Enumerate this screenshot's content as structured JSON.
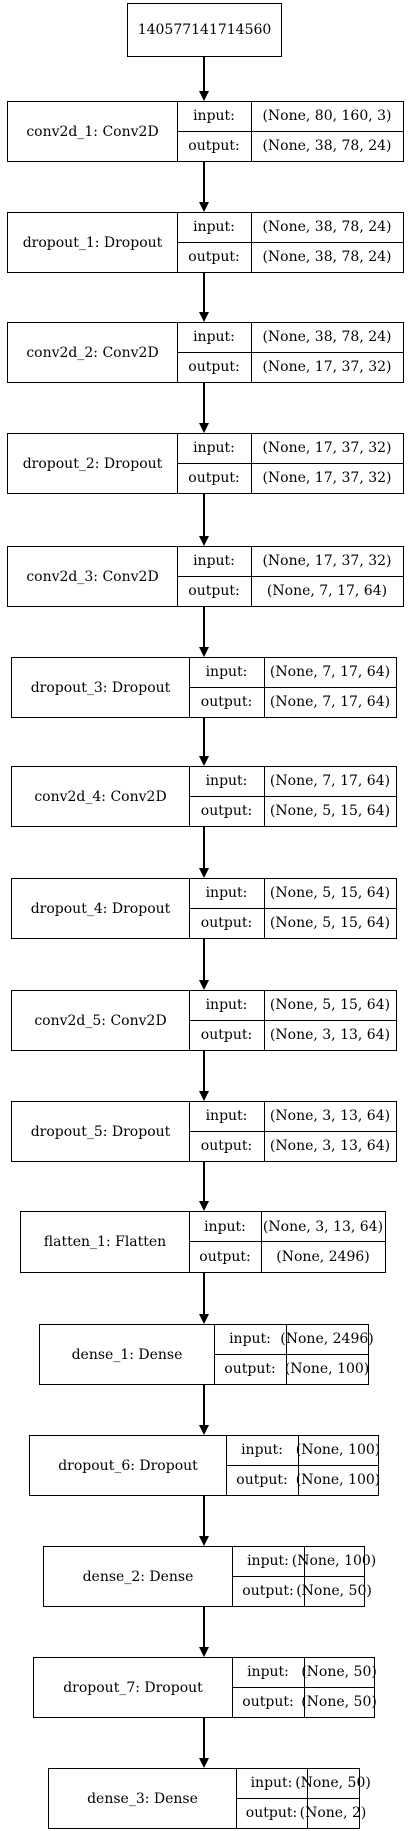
{
  "input_node": {
    "label": "140577141714560"
  },
  "layers": [
    {
      "name": "conv2d_1: Conv2D",
      "input_label": "input:",
      "output_label": "output:",
      "input_shape": "(None, 80, 160, 3)",
      "output_shape": "(None, 38, 78, 24)"
    },
    {
      "name": "dropout_1: Dropout",
      "input_label": "input:",
      "output_label": "output:",
      "input_shape": "(None, 38, 78, 24)",
      "output_shape": "(None, 38, 78, 24)"
    },
    {
      "name": "conv2d_2: Conv2D",
      "input_label": "input:",
      "output_label": "output:",
      "input_shape": "(None, 38, 78, 24)",
      "output_shape": "(None, 17, 37, 32)"
    },
    {
      "name": "dropout_2: Dropout",
      "input_label": "input:",
      "output_label": "output:",
      "input_shape": "(None, 17, 37, 32)",
      "output_shape": "(None, 17, 37, 32)"
    },
    {
      "name": "conv2d_3: Conv2D",
      "input_label": "input:",
      "output_label": "output:",
      "input_shape": "(None, 17, 37, 32)",
      "output_shape": "(None, 7, 17, 64)"
    },
    {
      "name": "dropout_3: Dropout",
      "input_label": "input:",
      "output_label": "output:",
      "input_shape": "(None, 7, 17, 64)",
      "output_shape": "(None, 7, 17, 64)"
    },
    {
      "name": "conv2d_4: Conv2D",
      "input_label": "input:",
      "output_label": "output:",
      "input_shape": "(None, 7, 17, 64)",
      "output_shape": "(None, 5, 15, 64)"
    },
    {
      "name": "dropout_4: Dropout",
      "input_label": "input:",
      "output_label": "output:",
      "input_shape": "(None, 5, 15, 64)",
      "output_shape": "(None, 5, 15, 64)"
    },
    {
      "name": "conv2d_5: Conv2D",
      "input_label": "input:",
      "output_label": "output:",
      "input_shape": "(None, 5, 15, 64)",
      "output_shape": "(None, 3, 13, 64)"
    },
    {
      "name": "dropout_5: Dropout",
      "input_label": "input:",
      "output_label": "output:",
      "input_shape": "(None, 3, 13, 64)",
      "output_shape": "(None, 3, 13, 64)"
    },
    {
      "name": "flatten_1: Flatten",
      "input_label": "input:",
      "output_label": "output:",
      "input_shape": "(None, 3, 13, 64)",
      "output_shape": "(None, 2496)"
    },
    {
      "name": "dense_1: Dense",
      "input_label": "input:",
      "output_label": "output:",
      "input_shape": "(None, 2496)",
      "output_shape": "(None, 100)"
    },
    {
      "name": "dropout_6: Dropout",
      "input_label": "input:",
      "output_label": "output:",
      "input_shape": "(None, 100)",
      "output_shape": "(None, 100)"
    },
    {
      "name": "dense_2: Dense",
      "input_label": "input:",
      "output_label": "output:",
      "input_shape": "(None, 100)",
      "output_shape": "(None, 50)"
    },
    {
      "name": "dropout_7: Dropout",
      "input_label": "input:",
      "output_label": "output:",
      "input_shape": "(None, 50)",
      "output_shape": "(None, 50)"
    },
    {
      "name": "dense_3: Dense",
      "input_label": "input:",
      "output_label": "output:",
      "input_shape": "(None, 50)",
      "output_shape": "(None, 2)"
    }
  ]
}
